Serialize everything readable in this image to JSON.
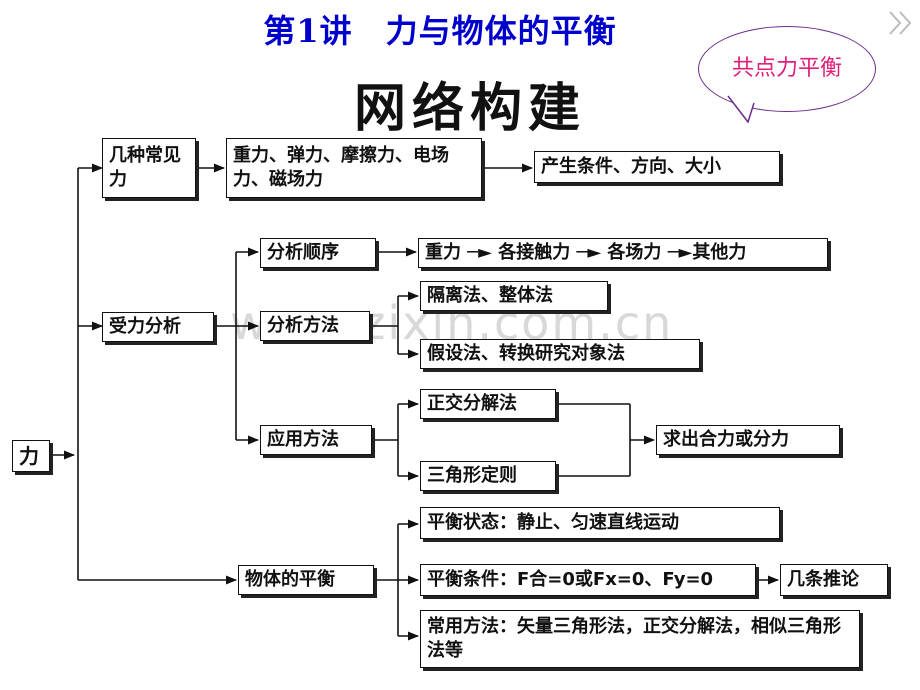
{
  "title": "第1讲　力与物体的平衡",
  "subtitle": "网络构建",
  "bubble": {
    "text": "共点力平衡"
  },
  "icons": {
    "next": "double-chevron-right-icon"
  },
  "watermark": "www.zixin.com.cn",
  "colors": {
    "title": "#0000cc",
    "bubble_text": "#e0207a",
    "bubble_border": "#6a2c8a"
  },
  "nodes": {
    "force": "力",
    "common_forces": "几种常见力",
    "force_types": "重力、弹力、摩擦力、电场力、磁场力",
    "conditions": "产生条件、方向、大小",
    "force_analysis": "受力分析",
    "analysis_order": "分析顺序",
    "order_chain": "重力 ─► 各接触力 ─► 各场力 ─►其他力",
    "analysis_method": "分析方法",
    "isolation": "隔离法、整体法",
    "hypothesis": "假设法、转换研究对象法",
    "application_method": "应用方法",
    "orthogonal": "正交分解法",
    "triangle_rule": "三角形定则",
    "resultant": "求出合力或分力",
    "equilibrium": "物体的平衡",
    "eq_state": "平衡状态：静止、匀速直线运动",
    "eq_condition": "平衡条件：F合=0或Fx=0、Fy=0",
    "inferences": "几条推论",
    "common_methods": "常用方法：矢量三角形法，正交分解法，相似三角形法等"
  }
}
